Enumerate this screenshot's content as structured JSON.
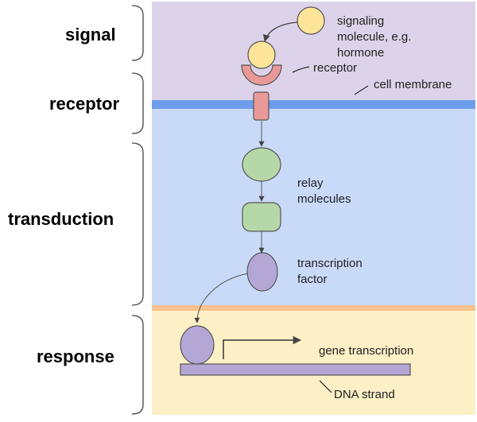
{
  "stages": {
    "signal": "signal",
    "receptor": "receptor",
    "transduction": "transduction",
    "response": "response"
  },
  "labels": {
    "signaling_molecule": [
      "signaling",
      "molecule, e.g.",
      "hormone"
    ],
    "receptor": "receptor",
    "cell_membrane": "cell membrane",
    "relay_molecules": [
      "relay",
      "molecules"
    ],
    "transcription_factor": [
      "transcription",
      "factor"
    ],
    "gene_transcription": "gene transcription",
    "dna_strand": "DNA strand"
  },
  "colors": {
    "extracellular": "#dcd3ea",
    "cytoplasm": "#c9daf8",
    "nucleus": "#fdf0c6",
    "membrane": "#6d9eeb",
    "nuclear_envelope": "#f6c28f",
    "signal_molecule": "#ffe599",
    "receptor": "#ea9999",
    "relay": "#b6d7a8",
    "transcription_factor": "#b4a7d6",
    "dna": "#b4a7d6"
  }
}
